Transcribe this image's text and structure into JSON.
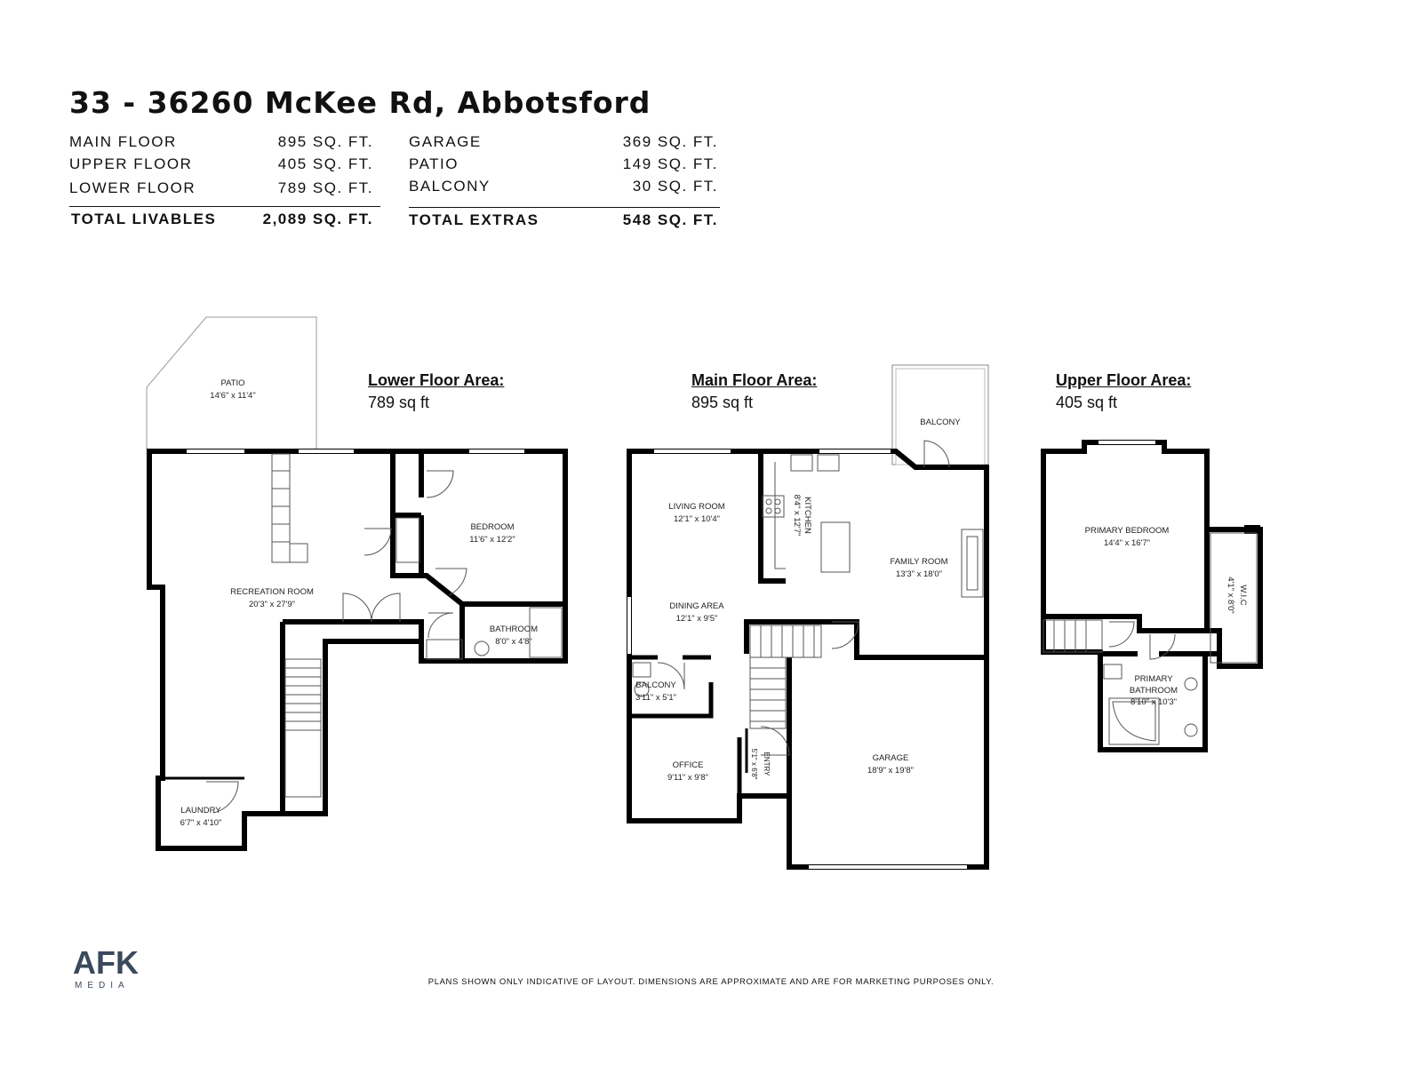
{
  "header": {
    "title": "33 - 36260 McKee Rd, Abbotsford"
  },
  "livables": {
    "rows": [
      {
        "label": "MAIN FLOOR",
        "value": "895 SQ. FT."
      },
      {
        "label": "UPPER FLOOR",
        "value": "405 SQ. FT."
      },
      {
        "label": "LOWER FLOOR",
        "value": "789 SQ. FT."
      }
    ],
    "total": {
      "label": "TOTAL LIVABLES",
      "value": "2,089 SQ. FT."
    }
  },
  "extras": {
    "rows": [
      {
        "label": "GARAGE",
        "value": "369 SQ. FT."
      },
      {
        "label": "PATIO",
        "value": "149 SQ. FT."
      },
      {
        "label": "BALCONY",
        "value": "30 SQ. FT."
      }
    ],
    "total": {
      "label": "TOTAL EXTRAS",
      "value": "548 SQ. FT."
    }
  },
  "floors": {
    "lower": {
      "heading": "Lower Floor Area:",
      "area": "789 sq ft"
    },
    "main": {
      "heading": "Main Floor Area:",
      "area": "895 sq ft"
    },
    "upper": {
      "heading": "Upper Floor Area:",
      "area": "405 sq ft"
    }
  },
  "rooms": {
    "patio": {
      "name": "PATIO",
      "dims": "14'6\" x 11'4\""
    },
    "recreation": {
      "name": "RECREATION ROOM",
      "dims": "20'3\" x 27'9\""
    },
    "bedroom": {
      "name": "BEDROOM",
      "dims": "11'6\" x 12'2\""
    },
    "bathroom": {
      "name": "BATHROOM",
      "dims": "8'0\" x 4'8\""
    },
    "laundry": {
      "name": "LAUNDRY",
      "dims": "6'7\" x 4'10\""
    },
    "living": {
      "name": "LIVING ROOM",
      "dims": "12'1\" x 10'4\""
    },
    "dining": {
      "name": "DINING AREA",
      "dims": "12'1\" x 9'5\""
    },
    "kitchen": {
      "name": "KITCHEN",
      "dims": "8'4\" x 12'7\""
    },
    "family": {
      "name": "FAMILY ROOM",
      "dims": "13'3\" x 18'0\""
    },
    "balcony_top": {
      "name": "BALCONY"
    },
    "balcony_small": {
      "name": "BALCONY",
      "dims": "3'11\" x 5'1\""
    },
    "office": {
      "name": "OFFICE",
      "dims": "9'11\" x 9'8\""
    },
    "entry": {
      "name": "ENTRY",
      "dims": "5'1\" x 6'8\""
    },
    "garage": {
      "name": "GARAGE",
      "dims": "18'9\" x 19'8\""
    },
    "primary_bedroom": {
      "name": "PRIMARY BEDROOM",
      "dims": "14'4\" x 16'7\""
    },
    "wic": {
      "name": "W.I.C",
      "dims": "4'1\" x 8'0\""
    },
    "primary_bath": {
      "name1": "PRIMARY",
      "name2": "BATHROOM",
      "dims": "8'10\" x 10'3\""
    }
  },
  "logo": {
    "mark": "AFK",
    "sub": "MEDIA",
    "colors": {
      "dark": "#3a4a5c",
      "accent": "#2f6fa7"
    }
  },
  "footer": {
    "disclaimer": "PLANS SHOWN ONLY INDICATIVE OF LAYOUT. DIMENSIONS ARE APPROXIMATE AND ARE FOR MARKETING PURPOSES ONLY."
  }
}
